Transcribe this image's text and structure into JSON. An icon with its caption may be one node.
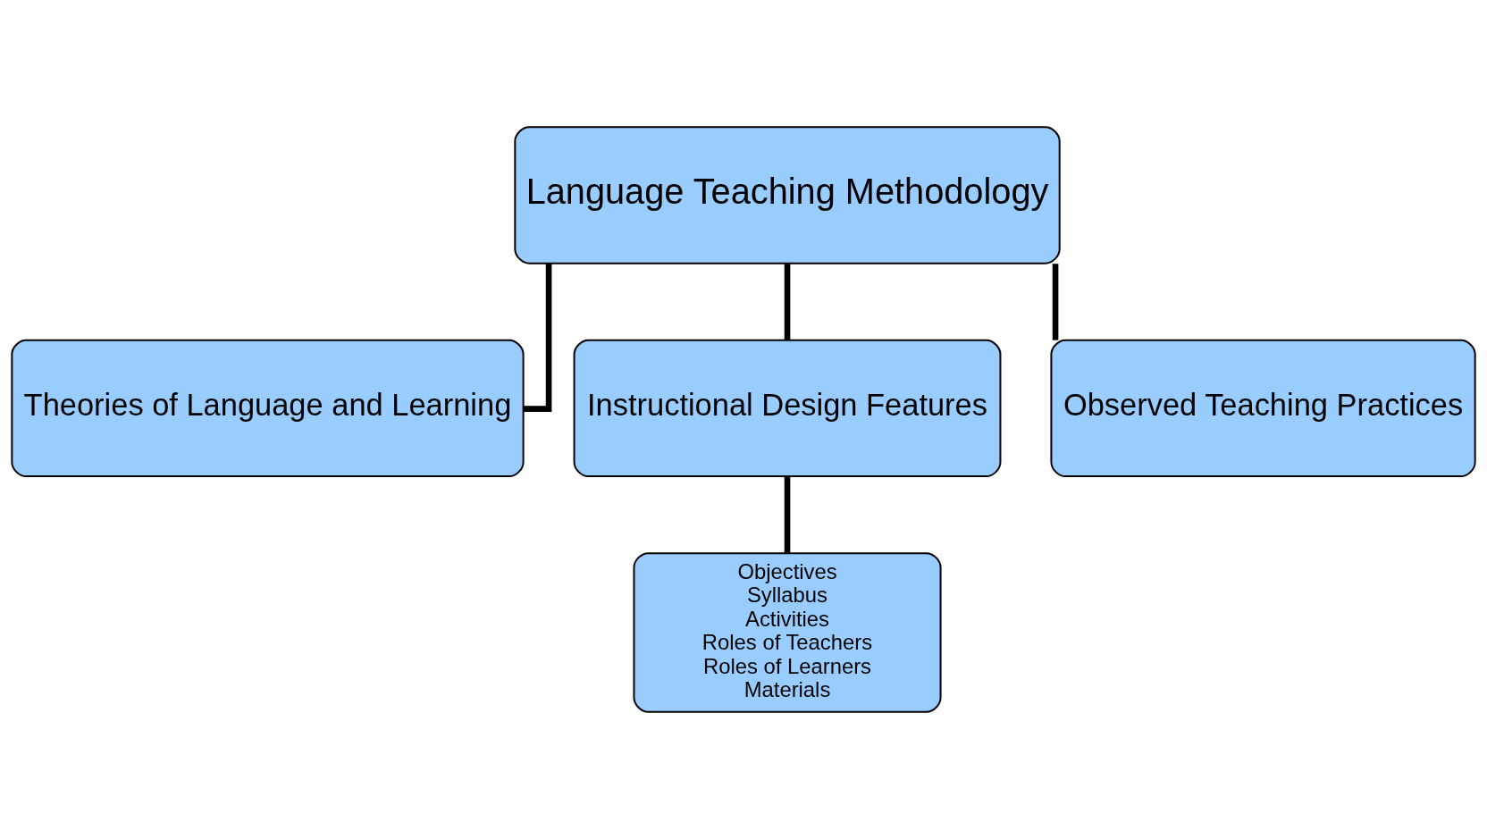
{
  "diagram": {
    "nodes": [
      {
        "text": [
          "Language Teaching Methodology"
        ]
      },
      {
        "text": [
          "Theories of Language and Learning"
        ]
      },
      {
        "text": [
          "Instructional Design Features"
        ]
      },
      {
        "text": [
          "Observed Teaching Practices"
        ]
      },
      {
        "text": [
          "Objectives",
          "Syllabus",
          "Activities",
          "Roles of Teachers",
          "Roles of Learners",
          "Materials"
        ]
      }
    ],
    "edges": [
      {
        "from": 0,
        "to": 1,
        "arrow": "none"
      },
      {
        "from": 0,
        "to": 2,
        "arrow": "none"
      },
      {
        "from": 0,
        "to": 3,
        "arrow": "none"
      },
      {
        "from": 2,
        "to": 4,
        "arrow": "none"
      }
    ]
  }
}
